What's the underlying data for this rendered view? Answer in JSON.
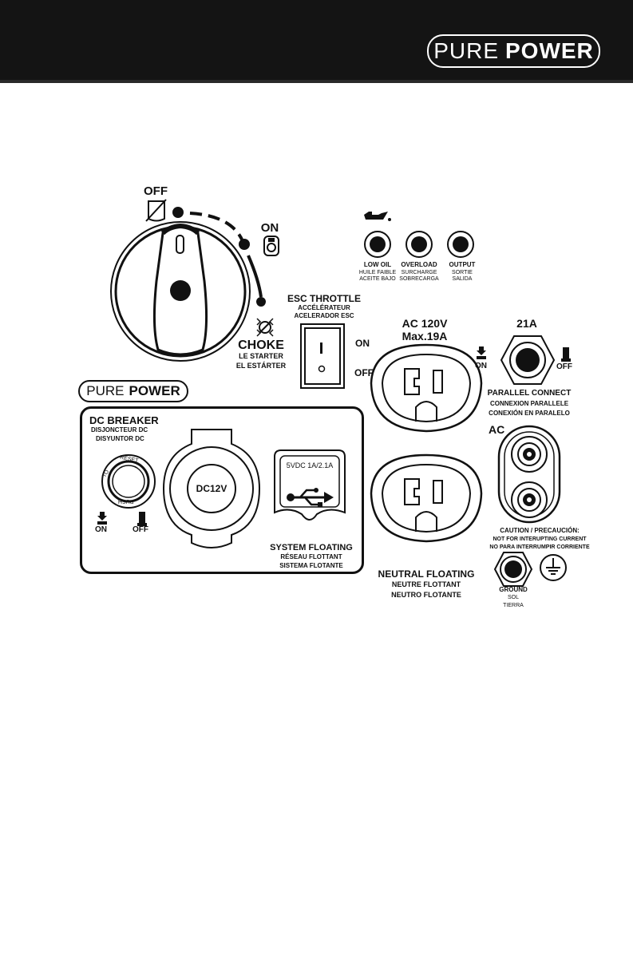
{
  "brand": {
    "light": "PURE",
    "bold": "POWER"
  },
  "dial": {
    "off": "OFF",
    "on": "ON",
    "choke": "CHOKE",
    "choke_fr": "LE STARTER",
    "choke_es": "EL ESTÁRTER"
  },
  "indicators": [
    {
      "label": "LOW OIL",
      "fr": "HUILE FAIBLE",
      "es": "ACEITE BAJO"
    },
    {
      "label": "OVERLOAD",
      "fr": "SURCHARGE",
      "es": "SOBRECARGA"
    },
    {
      "label": "OUTPUT",
      "fr": "SORTIE",
      "es": "SALIDA"
    }
  ],
  "esc": {
    "title": "ESC THROTTLE",
    "fr": "ACCÉLÉRATEUR",
    "es": "ACELERADOR ESC",
    "on": "ON",
    "off": "OFF"
  },
  "ac": {
    "voltage": "AC 120V",
    "max": "Max.19A"
  },
  "parallel": {
    "amps": "21A",
    "on": "ON",
    "off": "OFF",
    "title": "PARALLEL CONNECT",
    "fr": "CONNEXION PARALLELE",
    "es": "CONEXIÓN EN PARALELO",
    "ac": "AC",
    "caution": "CAUTION / PRECAUCIÓN:",
    "caution_en": "NOT FOR INTERUPTING CURRENT",
    "caution_es": "NO PARA INTERRUMPIR CORRIENTE"
  },
  "dc": {
    "title": "DC BREAKER",
    "fr": "DISJONCTEUR DC",
    "es": "DISYUNTOR DC",
    "reset": "RESET",
    "push": "PUSH",
    "to": "TO",
    "on": "ON",
    "off": "OFF",
    "outlet": "DC12V",
    "usb": "5VDC 1A/2.1A",
    "system": "SYSTEM FLOATING",
    "system_fr": "RÉSEAU FLOTTANT",
    "system_es": "SISTEMA FLOTANTE"
  },
  "neutral": {
    "title": "NEUTRAL FLOATING",
    "fr": "NEUTRE FLOTTANT",
    "es": "NEUTRO FLOTANTE"
  },
  "ground": {
    "label": "GROUND",
    "fr": "SOL",
    "es": "TIERRA"
  },
  "colors": {
    "header": "#141414",
    "ink": "#111111",
    "paper": "#ffffff"
  }
}
